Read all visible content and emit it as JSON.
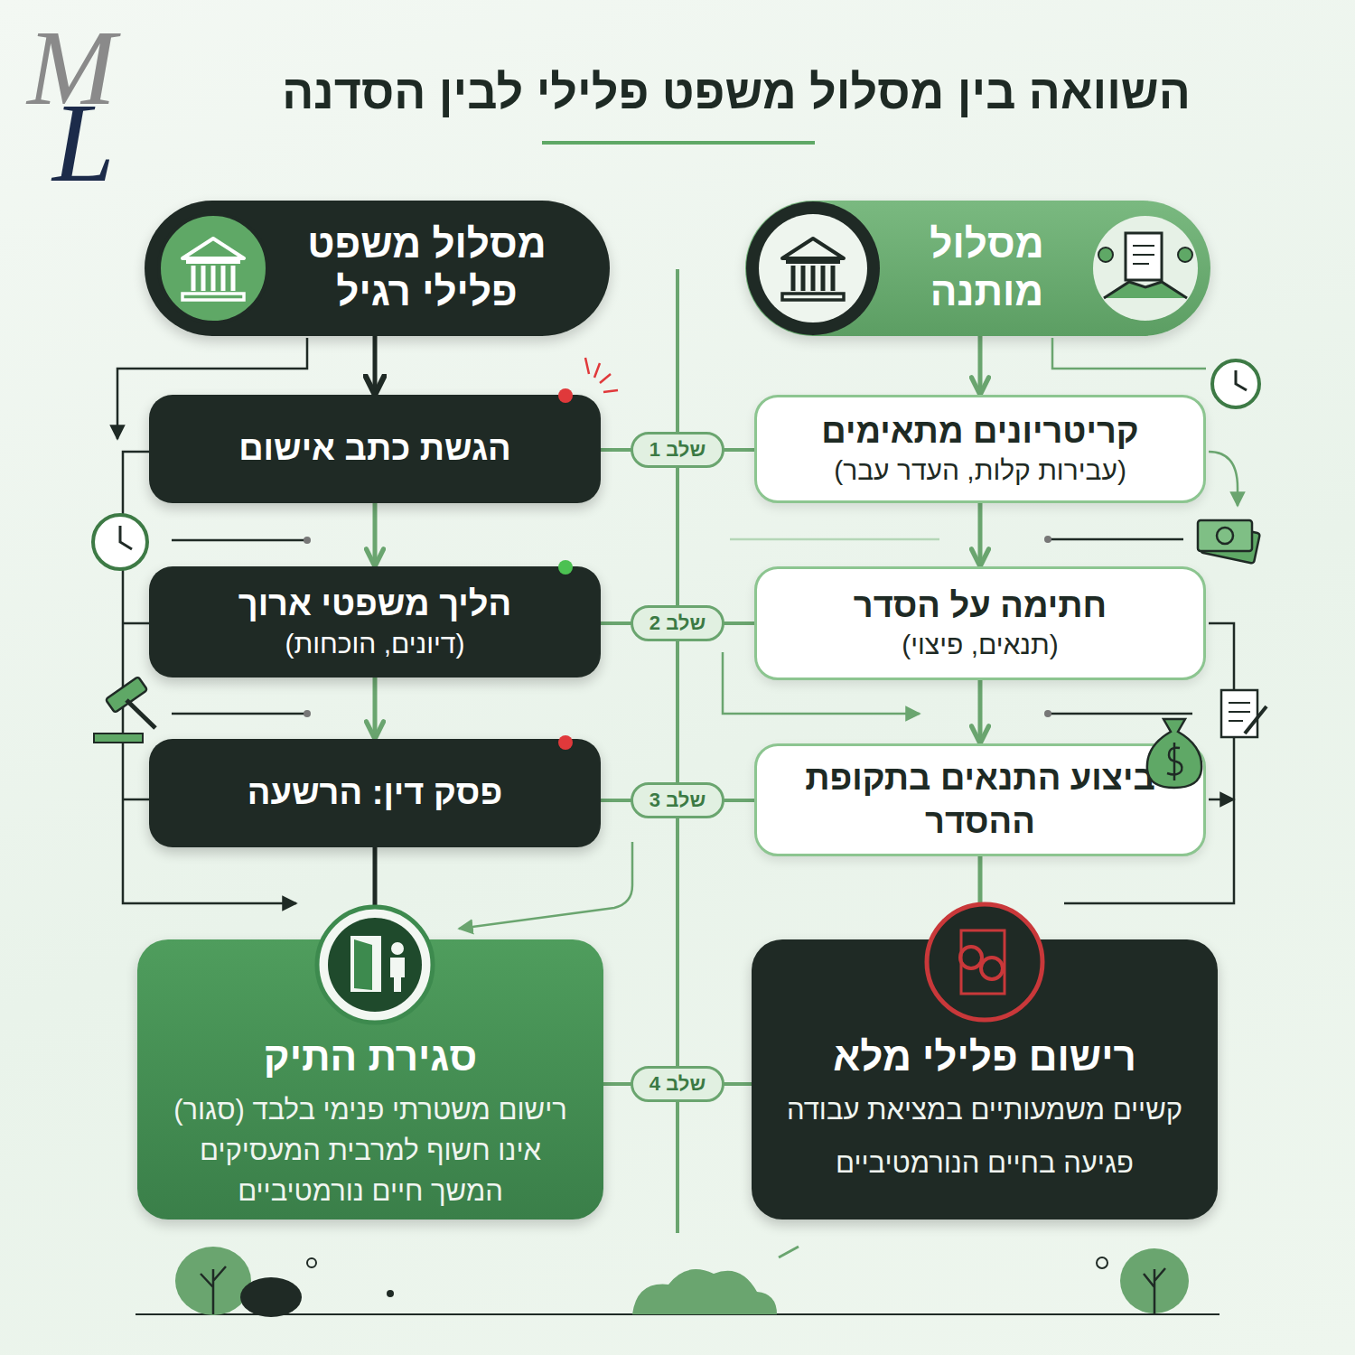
{
  "diagram": {
    "title": "השוואה בין מסלול משפט פלילי לבין הסדנה",
    "nodes": [
      {
        "text": [
          "מסלול מותנה"
        ]
      },
      {
        "text": [
          "מסלול משפט פלילי רגיל"
        ]
      },
      {
        "text": [
          "קריטריונים מתאימים",
          "(עבירות קלות, העדר עבר)"
        ]
      },
      {
        "text": [
          "שלב 1"
        ]
      },
      {
        "text": [
          "הגשת כתב אישום"
        ]
      },
      {
        "text": [
          "חתימה על הסדר",
          "(תנאים, פיצוי)"
        ]
      },
      {
        "text": [
          "שלב 2"
        ]
      },
      {
        "text": [
          "הליך משפטי ארוך",
          "(דיונים, הוכחות)"
        ]
      },
      {
        "text": [
          "ביצוע התנאים בתקופת ההסדר"
        ]
      },
      {
        "text": [
          "שלב 3"
        ]
      },
      {
        "text": [
          "פסק דין: הרשעה"
        ]
      },
      {
        "text": [
          "רישום פלילי מלא",
          "קשיים משמעותיים במציאת עבודה",
          "פגיעה בחיים הנורמטיביים"
        ]
      },
      {
        "text": [
          "שלב 4"
        ]
      },
      {
        "text": [
          "סגירת התיק",
          "רישום משטרתי פנימי בלבד (סגור)",
          "אינו חשוף למרבית המעסיקים",
          "המשך חיים נורמטיביים"
        ]
      }
    ],
    "edges": [
      {
        "from": 0,
        "to": 2,
        "arrow": "to"
      },
      {
        "from": 2,
        "to": 5,
        "arrow": "to"
      },
      {
        "from": 5,
        "to": 8,
        "arrow": "to"
      },
      {
        "from": 8,
        "to": 11,
        "arrow": "to"
      },
      {
        "from": 1,
        "to": 4,
        "arrow": "to"
      },
      {
        "from": 4,
        "to": 7,
        "arrow": "to"
      },
      {
        "from": 7,
        "to": 10,
        "arrow": "to"
      },
      {
        "from": 10,
        "to": 13,
        "arrow": "to"
      },
      {
        "from": 3,
        "to": 2,
        "arrow": "none"
      },
      {
        "from": 3,
        "to": 4,
        "arrow": "none"
      },
      {
        "from": 6,
        "to": 5,
        "arrow": "none"
      },
      {
        "from": 6,
        "to": 7,
        "arrow": "none"
      },
      {
        "from": 9,
        "to": 8,
        "arrow": "none"
      },
      {
        "from": 9,
        "to": 10,
        "arrow": "none"
      },
      {
        "from": 12,
        "to": 11,
        "arrow": "none"
      },
      {
        "from": 12,
        "to": 13,
        "arrow": "none"
      },
      {
        "from": 3,
        "to": 6,
        "arrow": "none"
      },
      {
        "from": 6,
        "to": 9,
        "arrow": "none"
      },
      {
        "from": 9,
        "to": 12,
        "arrow": "none"
      }
    ],
    "labels": [
      "M",
      "L"
    ]
  }
}
